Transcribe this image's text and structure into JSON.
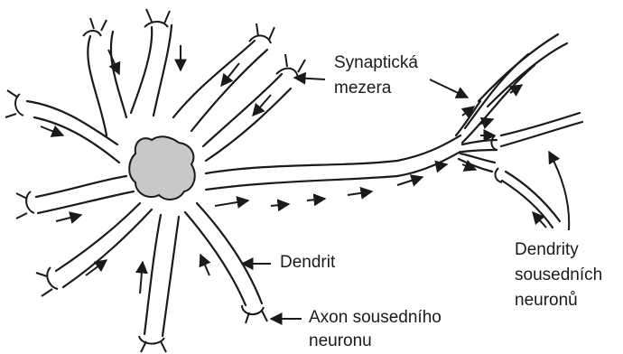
{
  "labels": {
    "synaptic_gap": [
      "Synaptická",
      "mezera"
    ],
    "dendrite": "Dendrit",
    "neighbor_dendrites": [
      "Dendrity",
      "sousedních",
      "neuronů"
    ],
    "neighbor_axon": [
      "Axon sousedního",
      "neuronu"
    ]
  },
  "colors": {
    "line": "#1a1a1a",
    "soma_fill": "#c8c8c8",
    "background": "#ffffff"
  }
}
